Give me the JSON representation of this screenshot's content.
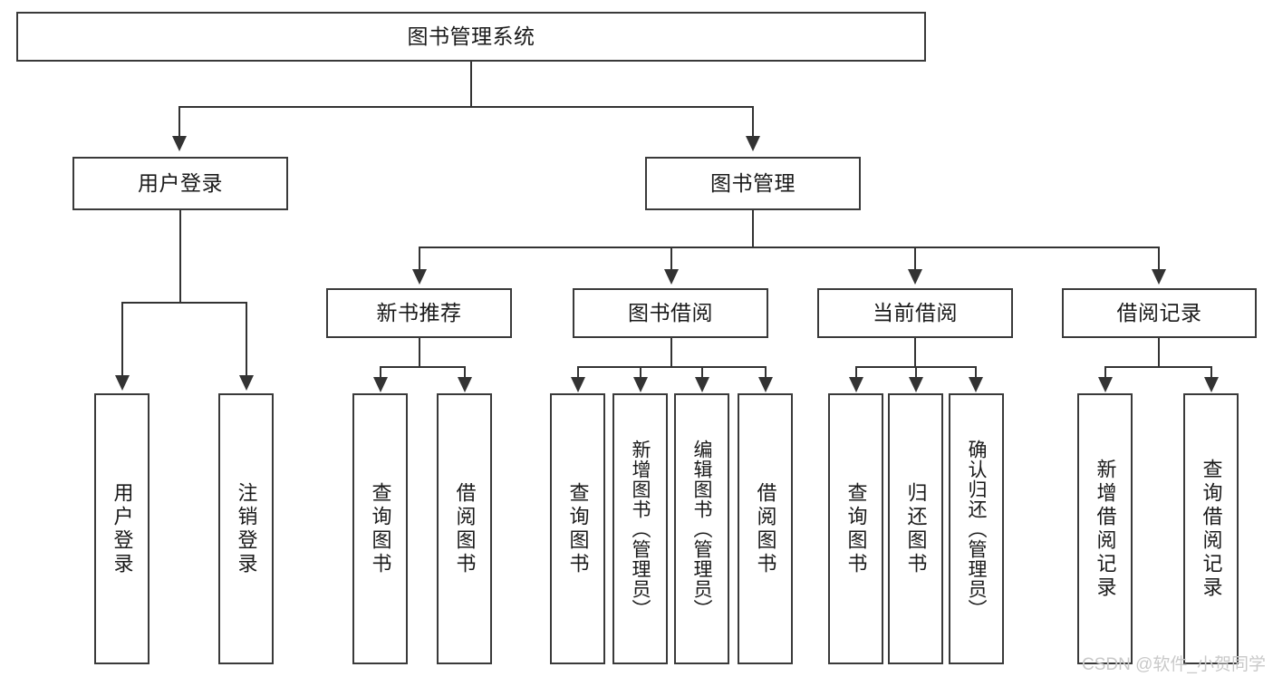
{
  "diagram": {
    "title": "图书管理系统",
    "type": "tree-hierarchy",
    "root": {
      "label": "图书管理系统"
    },
    "level1": [
      {
        "label": "用户登录"
      },
      {
        "label": "图书管理"
      }
    ],
    "level2": [
      {
        "label": "新书推荐"
      },
      {
        "label": "图书借阅"
      },
      {
        "label": "当前借阅"
      },
      {
        "label": "借阅记录"
      }
    ],
    "leaves": {
      "user_login": [
        {
          "label": "用户登录"
        },
        {
          "label": "注销登录"
        }
      ],
      "new_book_recommend": [
        {
          "label": "查询图书"
        },
        {
          "label": "借阅图书"
        }
      ],
      "book_borrow": [
        {
          "label": "查询图书"
        },
        {
          "label": "新增图书（管理员）"
        },
        {
          "label": "编辑图书（管理员）"
        },
        {
          "label": "借阅图书"
        }
      ],
      "current_borrow": [
        {
          "label": "查询图书"
        },
        {
          "label": "归还图书"
        },
        {
          "label": "确认归还（管理员）"
        }
      ],
      "borrow_record": [
        {
          "label": "新增借阅记录"
        },
        {
          "label": "查询借阅记录"
        }
      ]
    }
  },
  "watermark": {
    "text": "CSDN @软件_小贺同学"
  },
  "colors": {
    "background": "#ffffff",
    "box_border": "#3a3a3a",
    "connector": "#333333",
    "text": "#1a1a1a",
    "watermark": "#c9c9c9"
  }
}
